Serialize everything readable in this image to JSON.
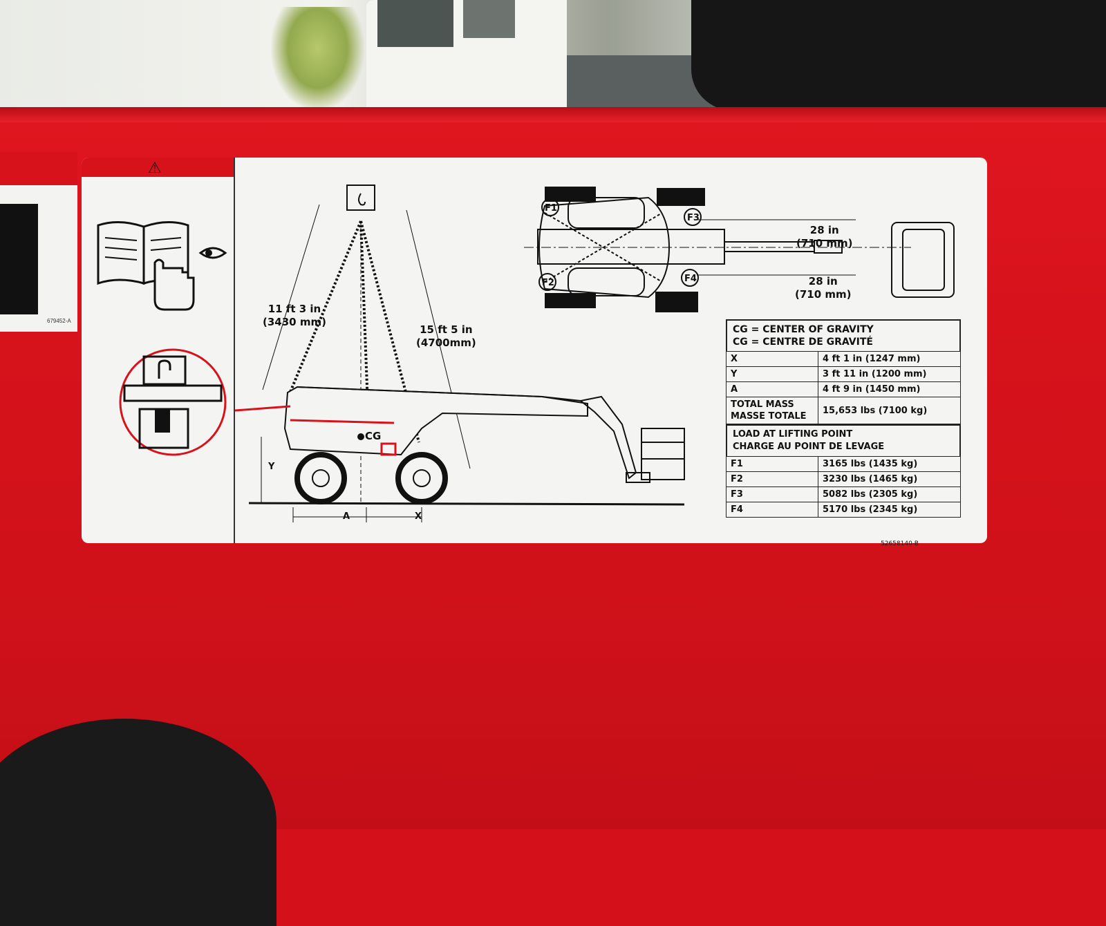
{
  "left_decal": {
    "code": "679452-A"
  },
  "warning_symbol": "⚠",
  "side_view": {
    "sling_left": {
      "imperial": "11 ft 3 in",
      "metric": "(3430 mm)"
    },
    "sling_right": {
      "imperial": "15 ft 5 in",
      "metric": "(4700mm)"
    },
    "cg_label": "CG",
    "y_label": "Y",
    "a_label": "A",
    "x_label": "X"
  },
  "top_view": {
    "f1": "F1",
    "f2": "F2",
    "f3": "F3",
    "f4": "F4",
    "dim_top": {
      "imperial": "28 in",
      "metric": "(710 mm)"
    },
    "dim_bottom": {
      "imperial": "28 in",
      "metric": "(710 mm)"
    }
  },
  "legend": {
    "cg_en": "CG = CENTER OF GRAVITY",
    "cg_fr": "CG = CENTRE DE GRAVITÉ",
    "rows": [
      {
        "key": "X",
        "value": "4 ft 1 in (1247 mm)"
      },
      {
        "key": "Y",
        "value": "3 ft 11 in (1200 mm)"
      },
      {
        "key": "A",
        "value": "4 ft 9 in (1450 mm)"
      }
    ],
    "mass_label_en": "TOTAL MASS",
    "mass_label_fr": "MASSE TOTALE",
    "mass_value": "15,653 lbs (7100 kg)",
    "load_en": "LOAD AT LIFTING POINT",
    "load_fr": "CHARGE AU POINT DE LEVAGE",
    "loads": [
      {
        "key": "F1",
        "value": "3165 lbs (1435 kg)"
      },
      {
        "key": "F2",
        "value": "3230 lbs (1465 kg)"
      },
      {
        "key": "F3",
        "value": "5082 lbs (2305 kg)"
      },
      {
        "key": "F4",
        "value": "5170 lbs (2345 kg)"
      }
    ]
  },
  "decal_code": "52658140-B",
  "colors": {
    "machine_red": "#d7121b",
    "label_white": "#f4f4f2",
    "ink": "#111111"
  }
}
